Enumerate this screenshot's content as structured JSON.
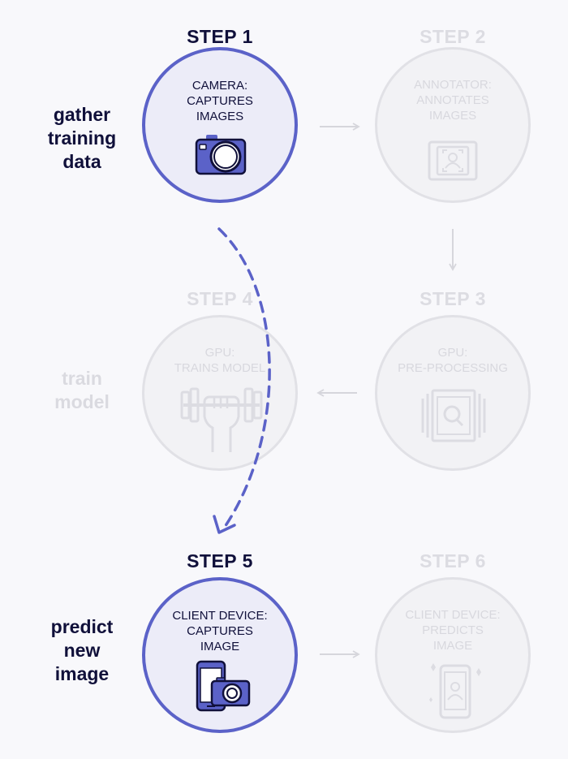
{
  "colors": {
    "active_border": "#5b62c8",
    "active_fill": "#ececf8",
    "active_text": "#10103a",
    "inactive": "#dcdce2",
    "arrow": "#d6d6dc",
    "dashed_arrow": "#5b62c8"
  },
  "steps": [
    {
      "title": "STEP 1",
      "label": "CAMERA:\nCAPTURES\nIMAGES",
      "icon": "camera-icon",
      "active": true
    },
    {
      "title": "STEP 2",
      "label": "ANNOTATOR:\nANNOTATES\nIMAGES",
      "icon": "annotate-frame-icon",
      "active": false
    },
    {
      "title": "STEP 3",
      "label": "GPU:\nPRE-PROCESSING",
      "icon": "gpu-search-icon",
      "active": false
    },
    {
      "title": "STEP 4",
      "label": "GPU:\nTRAINS MODEL",
      "icon": "dumbbell-fist-icon",
      "active": false
    },
    {
      "title": "STEP 5",
      "label": "CLIENT DEVICE:\nCAPTURES\nIMAGE",
      "icon": "phone-camera-icon",
      "active": true
    },
    {
      "title": "STEP 6",
      "label": "CLIENT DEVICE:\nPREDICTS\nIMAGE",
      "icon": "phone-predict-icon",
      "active": false
    }
  ],
  "phases": [
    {
      "label": "gather\ntraining\ndata",
      "active": true
    },
    {
      "label": "train\nmodel",
      "active": false
    },
    {
      "label": "predict\nnew\nimage",
      "active": true
    }
  ]
}
